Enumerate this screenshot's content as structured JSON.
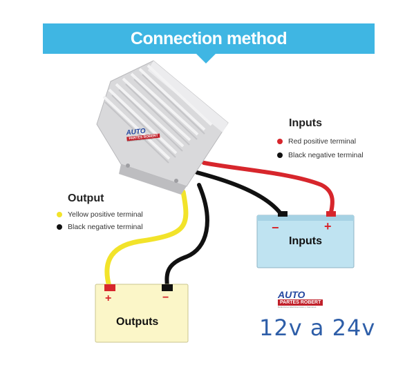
{
  "banner": {
    "title": "Connection method"
  },
  "inputs": {
    "heading": "Inputs",
    "legend": [
      {
        "label": "Red positive terminal",
        "color": "#d7262c"
      },
      {
        "label": "Black negative terminal",
        "color": "#111111"
      }
    ],
    "battery_label": "Inputs",
    "minus": "−",
    "plus": "+"
  },
  "output": {
    "heading": "Output",
    "legend": [
      {
        "label": "Yellow positive terminal",
        "color": "#f2e32a"
      },
      {
        "label": "Black negative terminal",
        "color": "#111111"
      }
    ],
    "battery_label": "Outputs",
    "plus": "+",
    "minus": "−"
  },
  "logo": {
    "line1": "AUTO",
    "line2": "PARTES ROBERT",
    "line3": "Refacciones Eléctricas Autos y Camiones"
  },
  "voltage_text": "12v a 24v",
  "colors": {
    "banner": "#3fb6e3",
    "input_battery": "#bfe3f1",
    "output_battery": "#fbf6c8",
    "red_wire": "#d7262c",
    "yellow_wire": "#f2e32a",
    "black_wire": "#111111"
  }
}
